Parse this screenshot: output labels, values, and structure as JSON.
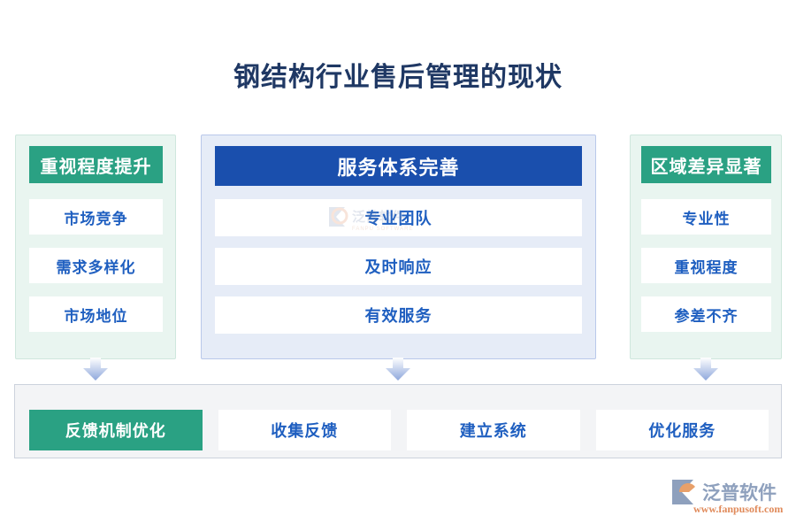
{
  "title": "钢结构行业售后管理的现状",
  "colors": {
    "title": "#1f3864",
    "green": "#2aa183",
    "blue": "#1a4fad",
    "item_text": "#1f5fc0",
    "panel_green_bg": "#e9f5f0",
    "panel_blue_bg": "#e6ecf7",
    "panel_gray_bg": "#f3f4f6",
    "arrow": "#8ea7dc"
  },
  "columns": {
    "left": {
      "header": "重视程度提升",
      "items": [
        "市场竞争",
        "需求多样化",
        "市场地位"
      ]
    },
    "center": {
      "header": "服务体系完善",
      "items": [
        "专业团队",
        "及时响应",
        "有效服务"
      ]
    },
    "right": {
      "header": "区域差异显著",
      "items": [
        "专业性",
        "重视程度",
        "参差不齐"
      ]
    }
  },
  "bottom": {
    "cells": [
      {
        "label": "反馈机制优化",
        "accent": true
      },
      {
        "label": "收集反馈",
        "accent": false
      },
      {
        "label": "建立系统",
        "accent": false
      },
      {
        "label": "优化服务",
        "accent": false
      }
    ]
  },
  "logo": {
    "name": "泛普软件",
    "url": "www.fanpusoft.com"
  }
}
